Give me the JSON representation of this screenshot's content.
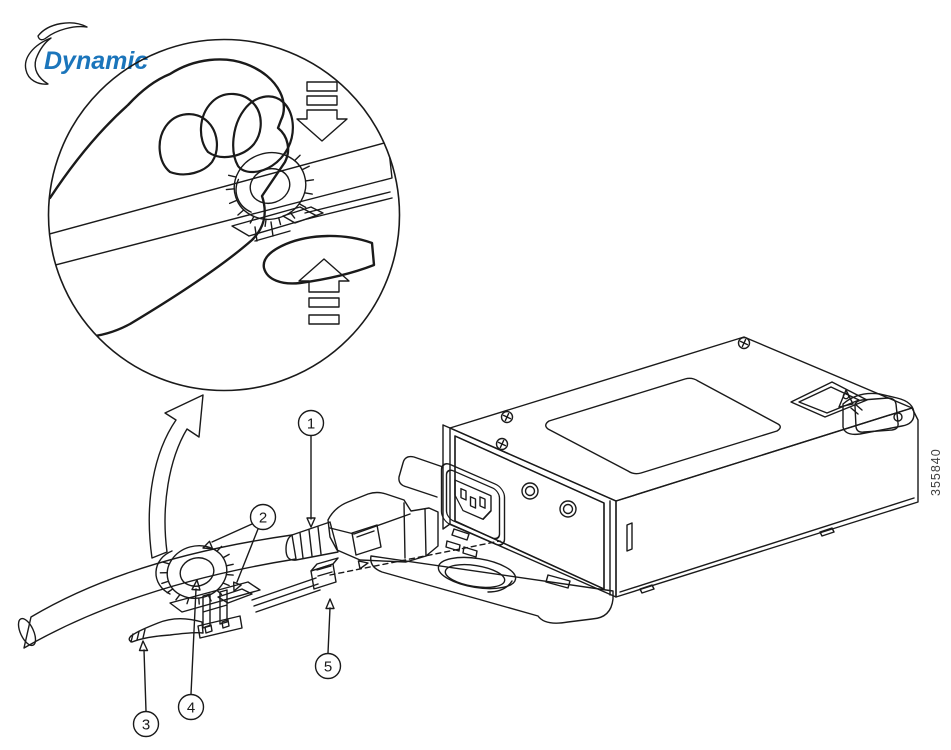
{
  "figure": {
    "kind": "technical-illustration",
    "background": "#ffffff"
  },
  "colors": {
    "line": "#1a1a1a",
    "logo_blue": "#1b75bb",
    "logo_red": "#e8342a",
    "part_number_gray": "#3f3f3f"
  },
  "logo": {
    "text": "Dynamic"
  },
  "part_number": "355840",
  "callouts": [
    {
      "label": "1"
    },
    {
      "label": "2"
    },
    {
      "label": "3"
    },
    {
      "label": "4"
    },
    {
      "label": "5"
    }
  ],
  "icons": {
    "press_down": "press-down-arrow",
    "press_up": "press-up-arrow",
    "magnify": "magnified-view-arrow",
    "insert": "insertion-path-dashed-arrow"
  }
}
